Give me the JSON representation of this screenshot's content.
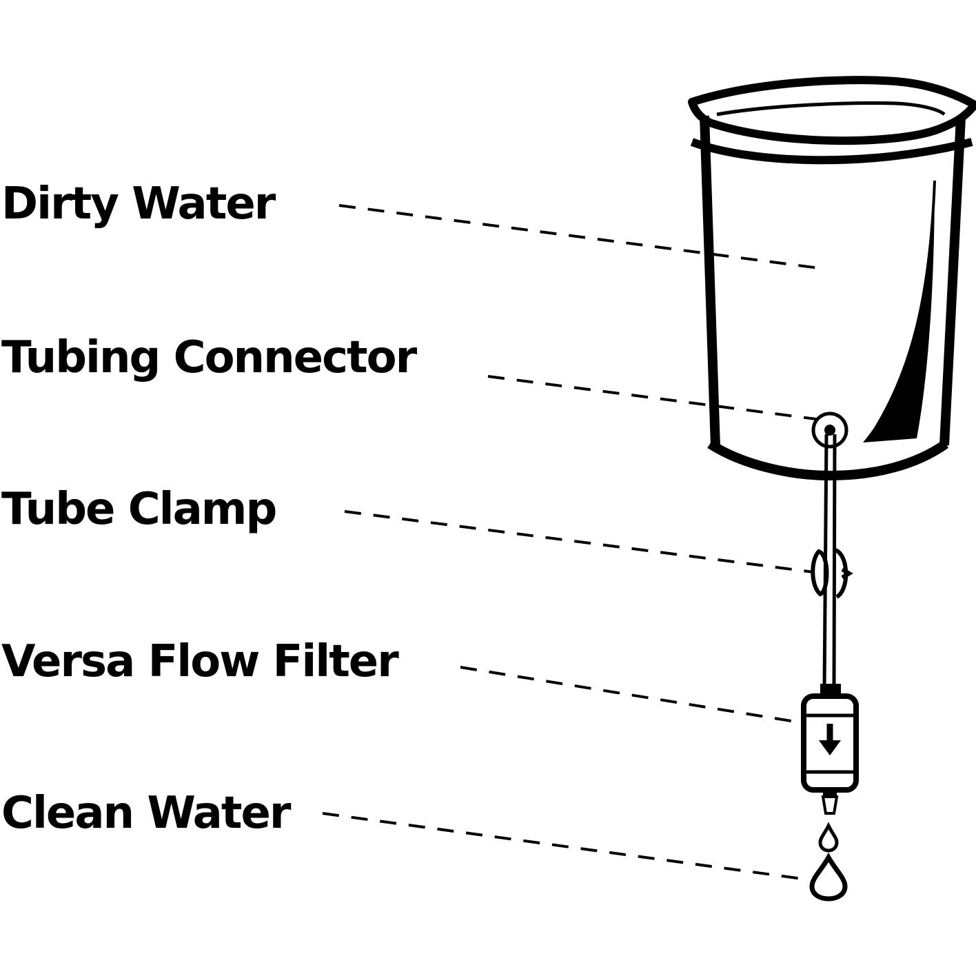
{
  "labels": {
    "dirty_water": "Dirty Water",
    "tubing_connector": "Tubing Connector",
    "tube_clamp": "Tube Clamp",
    "versa_flow_filter": "Versa Flow Filter",
    "clean_water": "Clean Water"
  },
  "colors": {
    "ink": "#000000",
    "background": "#ffffff"
  }
}
